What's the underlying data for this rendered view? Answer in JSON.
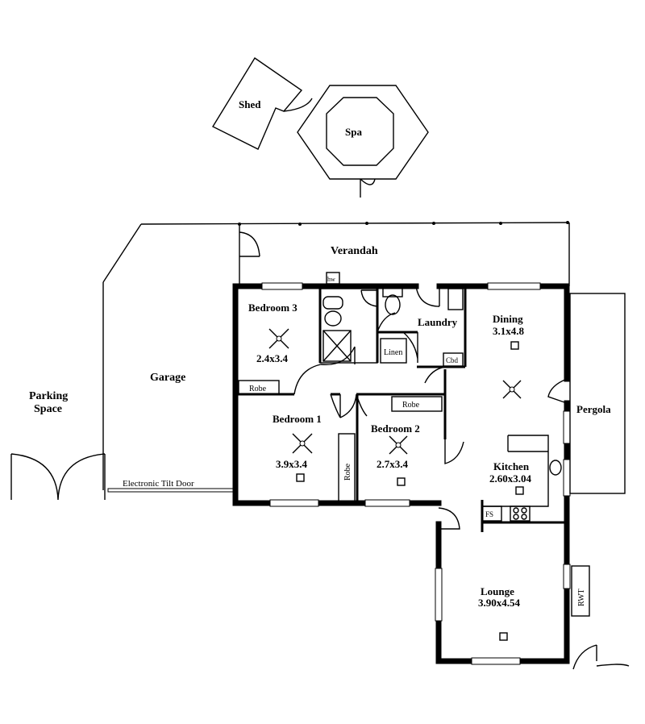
{
  "labels": {
    "shed": "Shed",
    "spa": "Spa",
    "verandah": "Verandah",
    "garage": "Garage",
    "parking_line1": "Parking",
    "parking_line2": "Space",
    "tilt_door": "Electronic Tilt Door",
    "bedroom3": "Bedroom 3",
    "bedroom3_size": "2.4x3.4",
    "robe_b3": "Robe",
    "bedroom1": "Bedroom 1",
    "bedroom1_size": "3.9x3.4",
    "robe_b1": "Robe",
    "bedroom2": "Bedroom 2",
    "bedroom2_size": "2.7x3.4",
    "robe_b2": "Robe",
    "laundry": "Laundry",
    "linen": "Linen",
    "cbd": "Cbd",
    "dining": "Dining",
    "dining_size": "3.1x4.8",
    "pergola": "Pergola",
    "kitchen": "Kitchen",
    "kitchen_size": "2.60x3.04",
    "fs": "FS",
    "lounge": "Lounge",
    "lounge_size": "3.90x4.54",
    "rwt": "RWT",
    "hw": "hw"
  }
}
